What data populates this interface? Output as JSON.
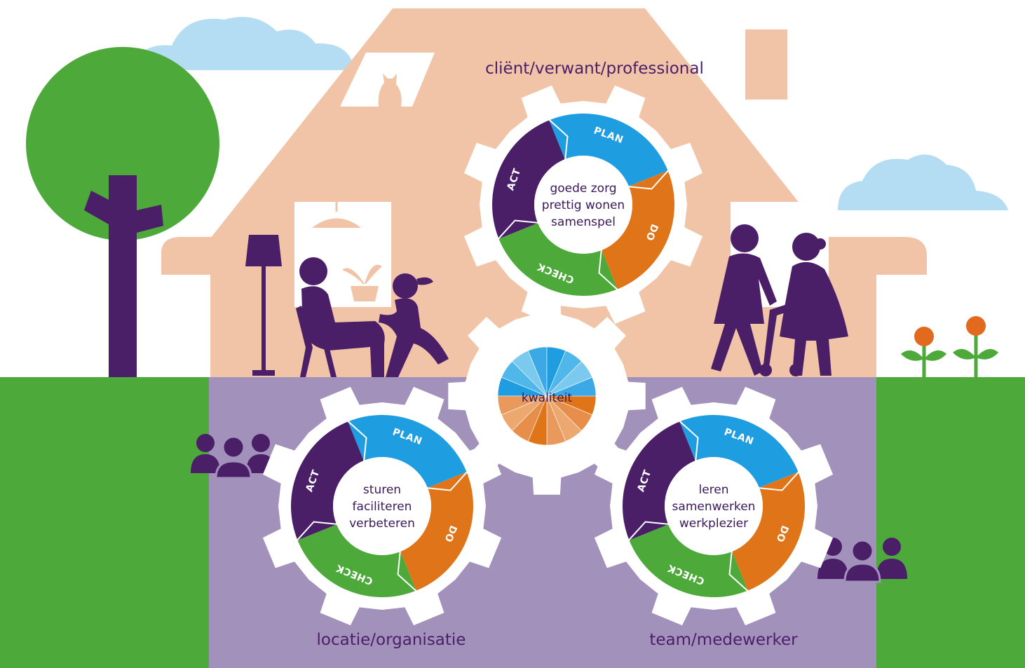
{
  "labels": {
    "top": "cliënt/verwant/professional",
    "bottom_left": "locatie/organisatie",
    "bottom_right": "team/medewerker",
    "center": "kwaliteit"
  },
  "segments": {
    "plan": "PLAN",
    "do": "DO",
    "check": "CHECK",
    "act": "ACT"
  },
  "gears": [
    {
      "lines": [
        "goede zorg",
        "prettig wonen",
        "samenspel"
      ]
    },
    {
      "lines": [
        "sturen",
        "faciliteren",
        "verbeteren"
      ]
    },
    {
      "lines": [
        "leren",
        "samenwerken",
        "werkplezier"
      ]
    }
  ],
  "colors": {
    "house": "#f1c4a7",
    "ground": "#4ca93a",
    "basement": "#a291ba",
    "sky": "#b4dcf2",
    "purple": "#4a1f68",
    "plan": "#1e9de0",
    "do": "#e07418",
    "check": "#4ca93a",
    "act": "#4a1f68",
    "flower": "#e26a1e"
  }
}
